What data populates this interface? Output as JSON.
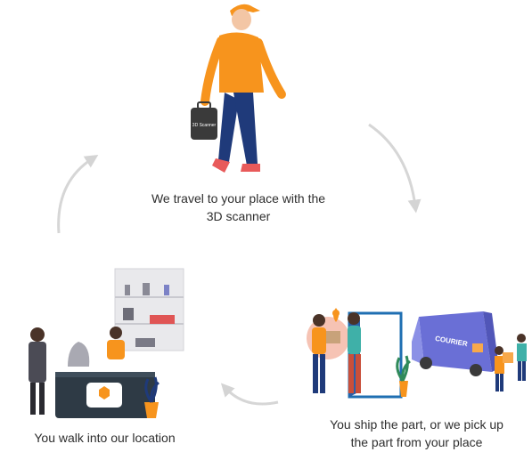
{
  "steps": [
    {
      "id": "travel",
      "lines": [
        "We travel to your place with the",
        "3D scanner"
      ],
      "bag_label": "3D Scanner"
    },
    {
      "id": "ship",
      "lines": [
        "You ship the part, or we pick up",
        "the part from your place"
      ],
      "truck_label": "COURIER"
    },
    {
      "id": "walk_in",
      "lines": [
        "You walk into our location"
      ]
    }
  ],
  "colors": {
    "accent_orange": "#F7941D",
    "navy": "#1F3A7A",
    "arrow_gray": "#D6D6D6",
    "truck_blue": "#6A6FD6"
  }
}
